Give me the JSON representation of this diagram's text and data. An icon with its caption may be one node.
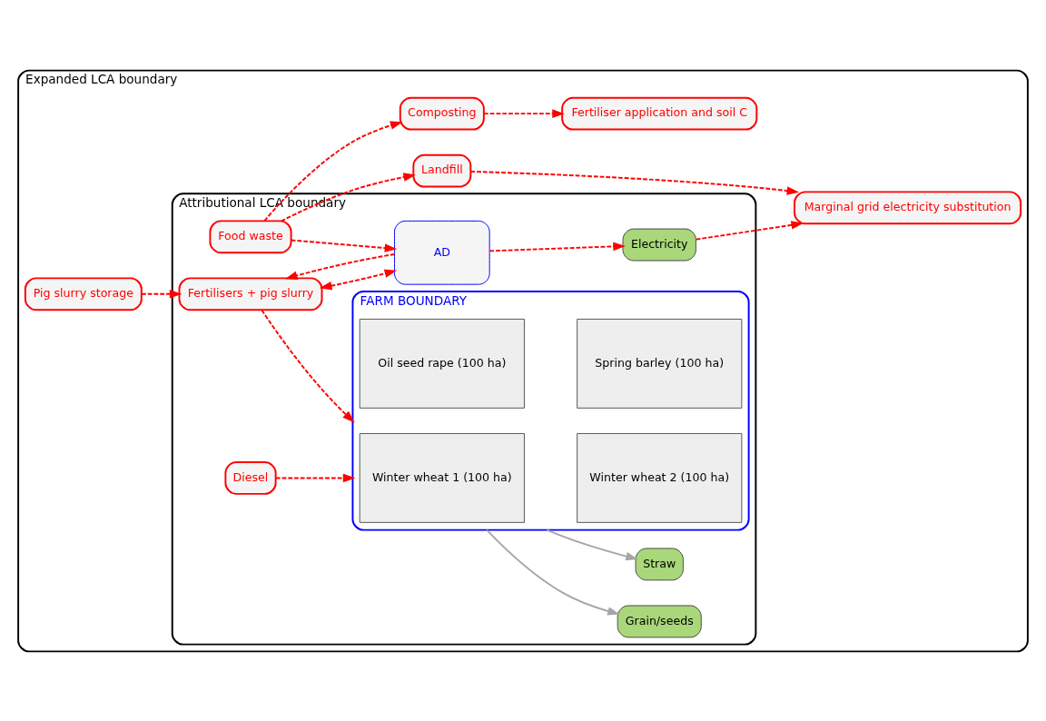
{
  "diagram": {
    "nodes": [
      {
        "text": [
          "Expanded LCA boundary"
        ]
      },
      {
        "text": [
          "Attributional LCA boundary"
        ],
        "in": 0
      },
      {
        "text": [
          "FARM BOUNDARY"
        ],
        "in": 1
      },
      {
        "text": [
          "Winter wheat 1 (100 ha)"
        ],
        "in": 2
      },
      {
        "text": [
          "Winter wheat 2 (100 ha)"
        ],
        "in": 2
      },
      {
        "text": [
          "Oil seed rape (100 ha)"
        ],
        "in": 2
      },
      {
        "text": [
          "Spring barley (100 ha)"
        ],
        "in": 2
      },
      {
        "text": [
          "Diesel"
        ],
        "in": 1
      },
      {
        "text": [
          "Fertilisers + pig slurry"
        ],
        "in": 1
      },
      {
        "text": [
          "Pig slurry storage"
        ],
        "in": 0
      },
      {
        "text": [
          "AD"
        ],
        "in": 1
      },
      {
        "text": [
          "Food waste"
        ],
        "in": 1
      },
      {
        "text": [
          "Grain/seeds"
        ],
        "in": 1
      },
      {
        "text": [
          "Straw"
        ],
        "in": 1
      },
      {
        "text": [
          "Electricity"
        ],
        "in": 1
      },
      {
        "text": [
          "Landfill"
        ],
        "in": 0
      },
      {
        "text": [
          "Composting"
        ],
        "in": 0
      },
      {
        "text": [
          "Fertiliser application and soil C"
        ],
        "in": 0
      },
      {
        "text": [
          "Marginal grid electricity substitution"
        ],
        "in": 0
      }
    ],
    "edges": [
      {
        "from": 7,
        "to": 2,
        "arrow": "to",
        "style": "dashed"
      },
      {
        "from": 8,
        "to": 2,
        "arrow": "to",
        "style": "dashed"
      },
      {
        "from": 9,
        "to": 8,
        "arrow": "to",
        "style": "dashed"
      },
      {
        "from": 8,
        "to": 10,
        "arrow": "both",
        "style": "dashed"
      },
      {
        "from": 11,
        "to": 10,
        "arrow": "to",
        "style": "dashed"
      },
      {
        "from": 10,
        "to": 8,
        "arrow": "to",
        "style": "dashed"
      },
      {
        "from": 2,
        "to": 12,
        "arrow": "to",
        "color": "#a6a6a6"
      },
      {
        "from": 2,
        "to": 13,
        "arrow": "to",
        "color": "#a6a6a6"
      },
      {
        "from": 10,
        "to": 14,
        "arrow": "to",
        "style": "dashed"
      },
      {
        "from": 11,
        "to": 15,
        "arrow": "to",
        "style": "dashed"
      },
      {
        "from": 11,
        "to": 16,
        "arrow": "to",
        "style": "dashed"
      },
      {
        "from": 16,
        "to": 17,
        "arrow": "to",
        "style": "dashed"
      },
      {
        "from": 14,
        "to": 18,
        "arrow": "to",
        "style": "dashed"
      },
      {
        "from": 15,
        "to": 18,
        "arrow": "to",
        "style": "dashed"
      }
    ]
  }
}
